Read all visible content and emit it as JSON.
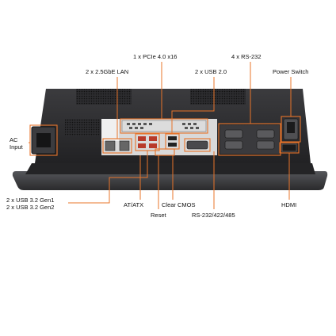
{
  "labels": {
    "pcie": "1 x PCIe 4.0 x16",
    "rs232": "4 x RS-232",
    "lan": "2 x 2.5GbE LAN",
    "usb20": "2 x USB 2.0",
    "power_switch": "Power Switch",
    "ac_line1": "AC",
    "ac_line2": "Input",
    "usb32_line1": "2 x USB 3.2 Gen1",
    "usb32_line2": "2 x USB 3.2 Gen2",
    "atatx": "AT/ATX",
    "reset": "Reset",
    "clear_cmos": "Clear CMOS",
    "rs232_485": "RS-232/422/485",
    "hdmi": "HDMI"
  },
  "colors": {
    "callout": "#e8742a",
    "chassis": "#2b2b2d",
    "bezel": "#3a3a3c",
    "background": "#ffffff"
  }
}
